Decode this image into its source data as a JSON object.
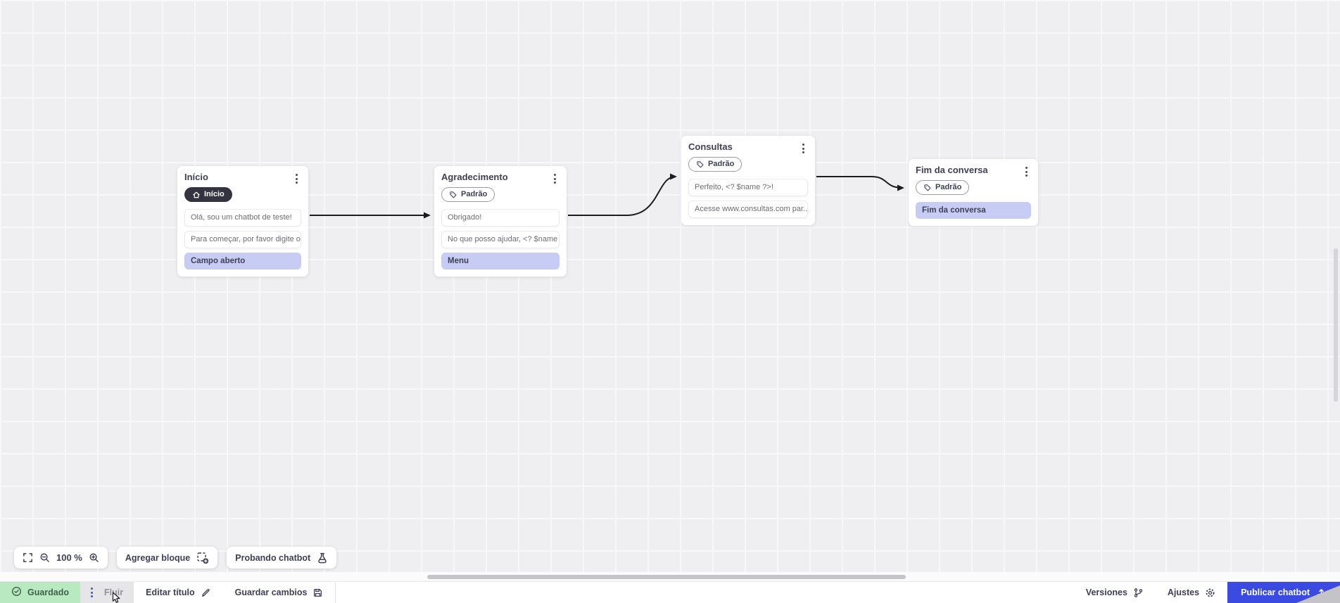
{
  "flow": {
    "nodes": [
      {
        "title": "Início",
        "badge": "Início",
        "messages": [
          "Olá, sou um chatbot de teste!",
          "Para começar, por favor digite o ..."
        ],
        "action_block": "Campo aberto"
      },
      {
        "title": "Agradecimento",
        "badge": "Padrão",
        "messages": [
          "Obrigado!",
          "No que posso ajudar, <? $name ..."
        ],
        "action_block": "Menu"
      },
      {
        "title": "Consultas",
        "badge": "Padrão",
        "messages": [
          "Perfeito, <? $name ?>!",
          "Acesse www.consultas.com par..."
        ]
      },
      {
        "title": "Fim da conversa",
        "badge": "Padrão",
        "action_block": "Fim da conversa"
      }
    ]
  },
  "toolbar": {
    "zoom_value": "100 %",
    "add_block": "Agregar bloque",
    "test_chatbot": "Probando chatbot"
  },
  "statusbar": {
    "saved": "Guardado",
    "flow_tab": "Fluir",
    "edit_title": "Editar título",
    "save_changes": "Guardar cambios",
    "versions": "Versiones",
    "settings": "Ajustes",
    "publish": "Publicar chatbot"
  },
  "colors": {
    "accent_blue": "#3b4ae0",
    "saved_green_bg": "#b9e9c1",
    "block_purple": "#c7ccf4",
    "badge_dark": "#343440",
    "edge": "#1c1c1c"
  }
}
